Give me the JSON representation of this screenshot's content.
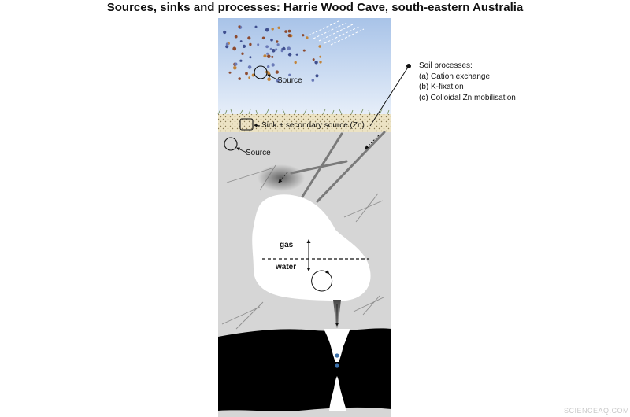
{
  "title": "Sources, sinks and processes: Harrie Wood Cave, south-eastern Australia",
  "labels": {
    "source_atmosphere": "Source",
    "sink_soil": "Sink + secondary source (Zn)",
    "source_bedrock": "Source",
    "gas": "gas",
    "water": "water"
  },
  "soil_processes": {
    "heading": "Soil processes:",
    "items": [
      "(a) Cation exchange",
      "(b) K-fixation",
      "(c) Colloidal Zn mobilisation"
    ]
  },
  "colors": {
    "sky_top": "#a8c3e8",
    "sky_bottom": "#e6eef9",
    "soil": "#ece3c4",
    "bedrock": "#d6d6d6",
    "cave_void": "#ffffff",
    "cave_passage": "#000000",
    "drip": "#3b6fa8",
    "aerosol": [
      "#8c4a2f",
      "#c2843a",
      "#3f4f8f",
      "#6b7bb8"
    ]
  },
  "watermark": "SCIENCEAQ.COM"
}
